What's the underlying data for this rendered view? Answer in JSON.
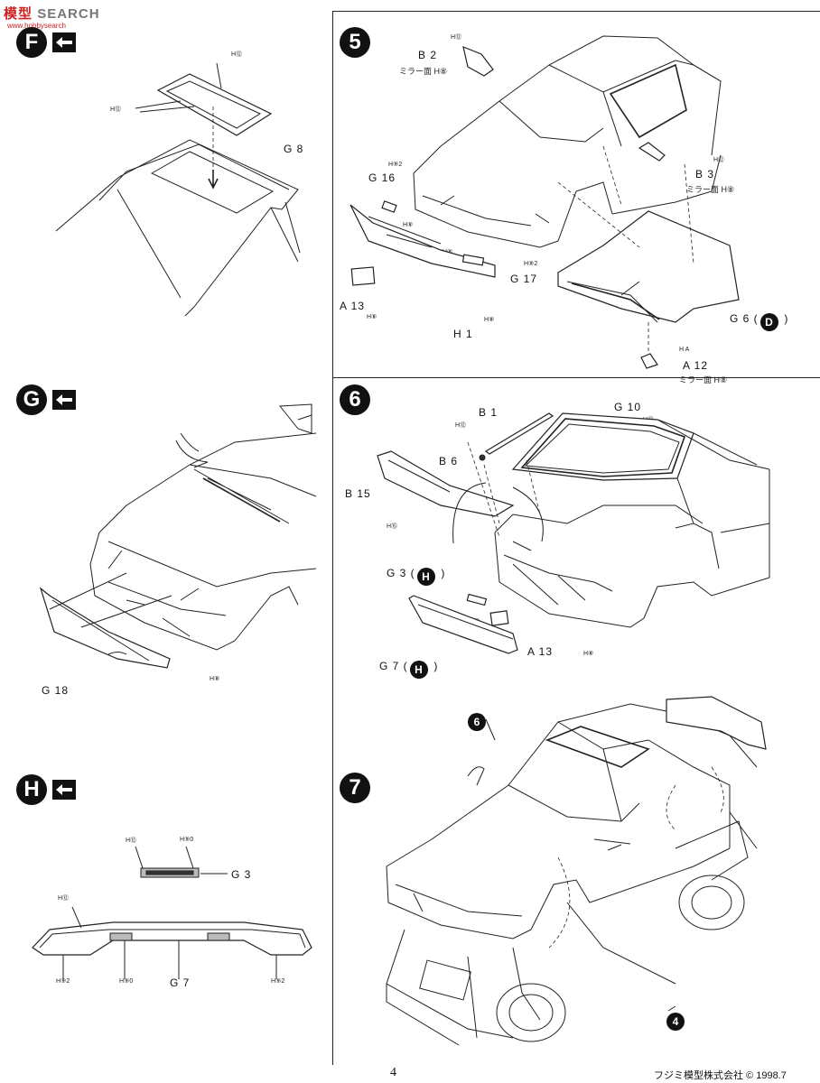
{
  "watermark": {
    "brand_cn": "模型",
    "brand_en": "SEARCH",
    "sub": "www.hobbysearch"
  },
  "steps": {
    "F": {
      "badge": "F"
    },
    "G": {
      "badge": "G"
    },
    "H": {
      "badge": "H"
    },
    "s5": {
      "badge": "5"
    },
    "s6": {
      "badge": "6"
    },
    "s7": {
      "badge": "7"
    }
  },
  "labels": {
    "F": {
      "h12a": "H⑫",
      "h12b": "H⑫",
      "g8": "G 8"
    },
    "G": {
      "g18": "G 18",
      "h8": "H⑧"
    },
    "H": {
      "h12": "H⑫",
      "h90": "H⑨0",
      "g3": "G 3",
      "h12b": "H⑫",
      "h92a": "H⑨2",
      "h90b": "H⑨0",
      "g7": "G 7",
      "h92b": "H⑨2"
    },
    "s5": {
      "h12a": "H⑫",
      "b2": "B 2",
      "mirror_a": "ミラー面 H⑧",
      "h92a": "H⑨2",
      "g16": "G 16",
      "h8a": "H⑧",
      "h8b": "H⑧",
      "h12b": "H⑫",
      "b3": "B 3",
      "mirror_b": "ミラー面 H⑧",
      "h92b": "H⑨2",
      "g17": "G 17",
      "a13": "A 13",
      "h8c": "H⑧",
      "h8d": "H⑧",
      "h1": "H 1",
      "g6": "G 6 (",
      "g6_badge": "D",
      "g6_close": ")",
      "ha": "H A",
      "a12": "A 12",
      "mirror_c": "ミラー面 H⑧"
    },
    "s6": {
      "b1": "B 1",
      "g10": "G 10",
      "h12a": "H⑫",
      "h12b": "H⑫",
      "b6": "B 6",
      "b15": "B 15",
      "h15": "H⑮",
      "g3": "G 3 (",
      "g3_badge": "H",
      "g3_close": ")",
      "h8a": "H⑧",
      "a13": "A 13",
      "h8b": "H⑧",
      "g7": "G 7 (",
      "g7_badge": "H",
      "g7_close": ")"
    },
    "s7": {
      "ref6": "6",
      "ref4": "4"
    }
  },
  "footer": {
    "page": "4",
    "company": "フジミ模型株式会社  © 1998.7"
  }
}
